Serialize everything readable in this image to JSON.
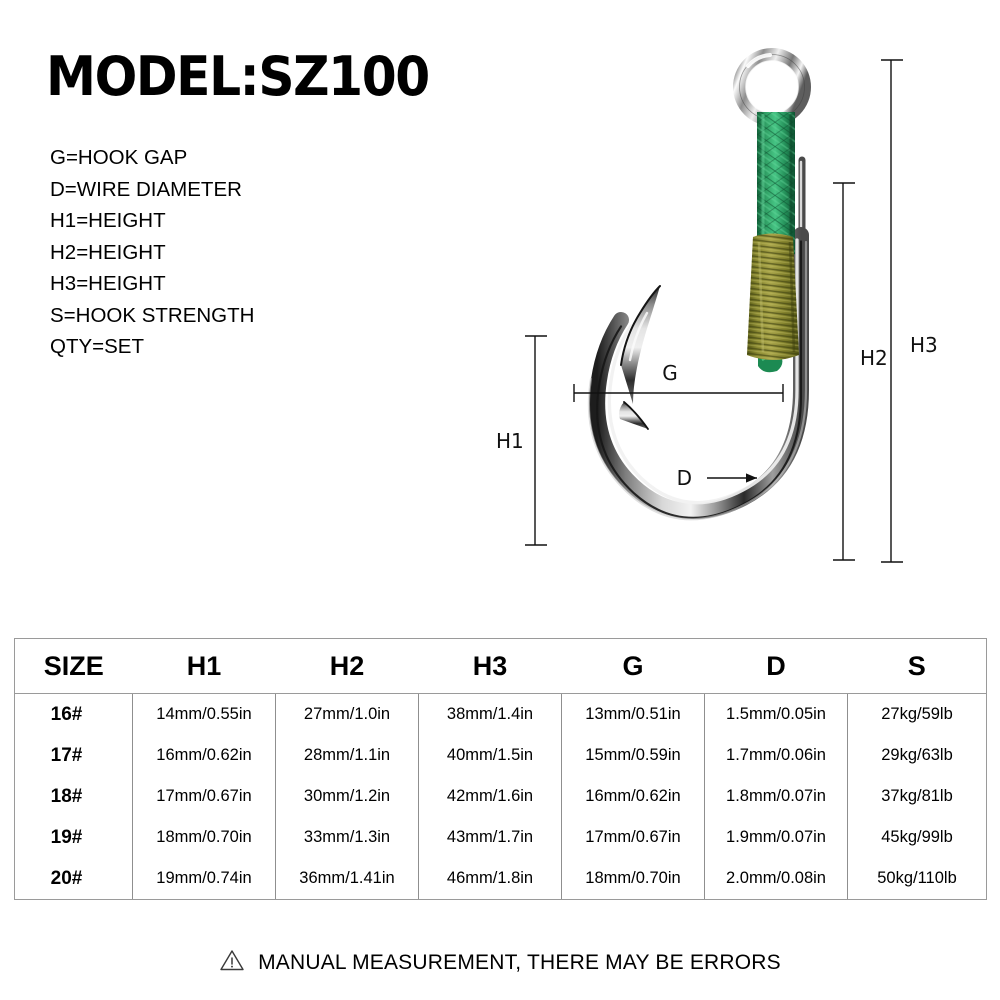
{
  "title": "MODEL:SZ100",
  "legend": {
    "lines": [
      "G=HOOK GAP",
      "D=WIRE DIAMETER",
      "H1=HEIGHT",
      "H2=HEIGHT",
      "H3=HEIGHT",
      "S=HOOK STRENGTH",
      "QTY=SET"
    ]
  },
  "diagram": {
    "dimension_labels": {
      "h1": "H1",
      "h2": "H2",
      "h3": "H3",
      "g": "G",
      "d": "D"
    },
    "colors": {
      "braid_green": "#2f9e63",
      "thread_olive": "#8b8a32",
      "steel_light": "#e8e8e8",
      "steel_dark": "#1a1a1a",
      "line": "#111111"
    }
  },
  "table": {
    "headers": [
      "SIZE",
      "H1",
      "H2",
      "H3",
      "G",
      "D",
      "S"
    ],
    "rows": [
      {
        "size": "16#",
        "h1": "14mm/0.55in",
        "h2": "27mm/1.0in",
        "h3": "38mm/1.4in",
        "g": "13mm/0.51in",
        "d": "1.5mm/0.05in",
        "s": "27kg/59lb"
      },
      {
        "size": "17#",
        "h1": "16mm/0.62in",
        "h2": "28mm/1.1in",
        "h3": "40mm/1.5in",
        "g": "15mm/0.59in",
        "d": "1.7mm/0.06in",
        "s": "29kg/63lb"
      },
      {
        "size": "18#",
        "h1": "17mm/0.67in",
        "h2": "30mm/1.2in",
        "h3": "42mm/1.6in",
        "g": "16mm/0.62in",
        "d": "1.8mm/0.07in",
        "s": "37kg/81lb"
      },
      {
        "size": "19#",
        "h1": "18mm/0.70in",
        "h2": "33mm/1.3in",
        "h3": "43mm/1.7in",
        "g": "17mm/0.67in",
        "d": "1.9mm/0.07in",
        "s": "45kg/99lb"
      },
      {
        "size": "20#",
        "h1": "19mm/0.74in",
        "h2": "36mm/1.41in",
        "h3": "46mm/1.8in",
        "g": "18mm/0.70in",
        "d": "2.0mm/0.08in",
        "s": "50kg/110lb"
      }
    ]
  },
  "footer": {
    "note": "MANUAL MEASUREMENT, THERE MAY BE ERRORS"
  }
}
